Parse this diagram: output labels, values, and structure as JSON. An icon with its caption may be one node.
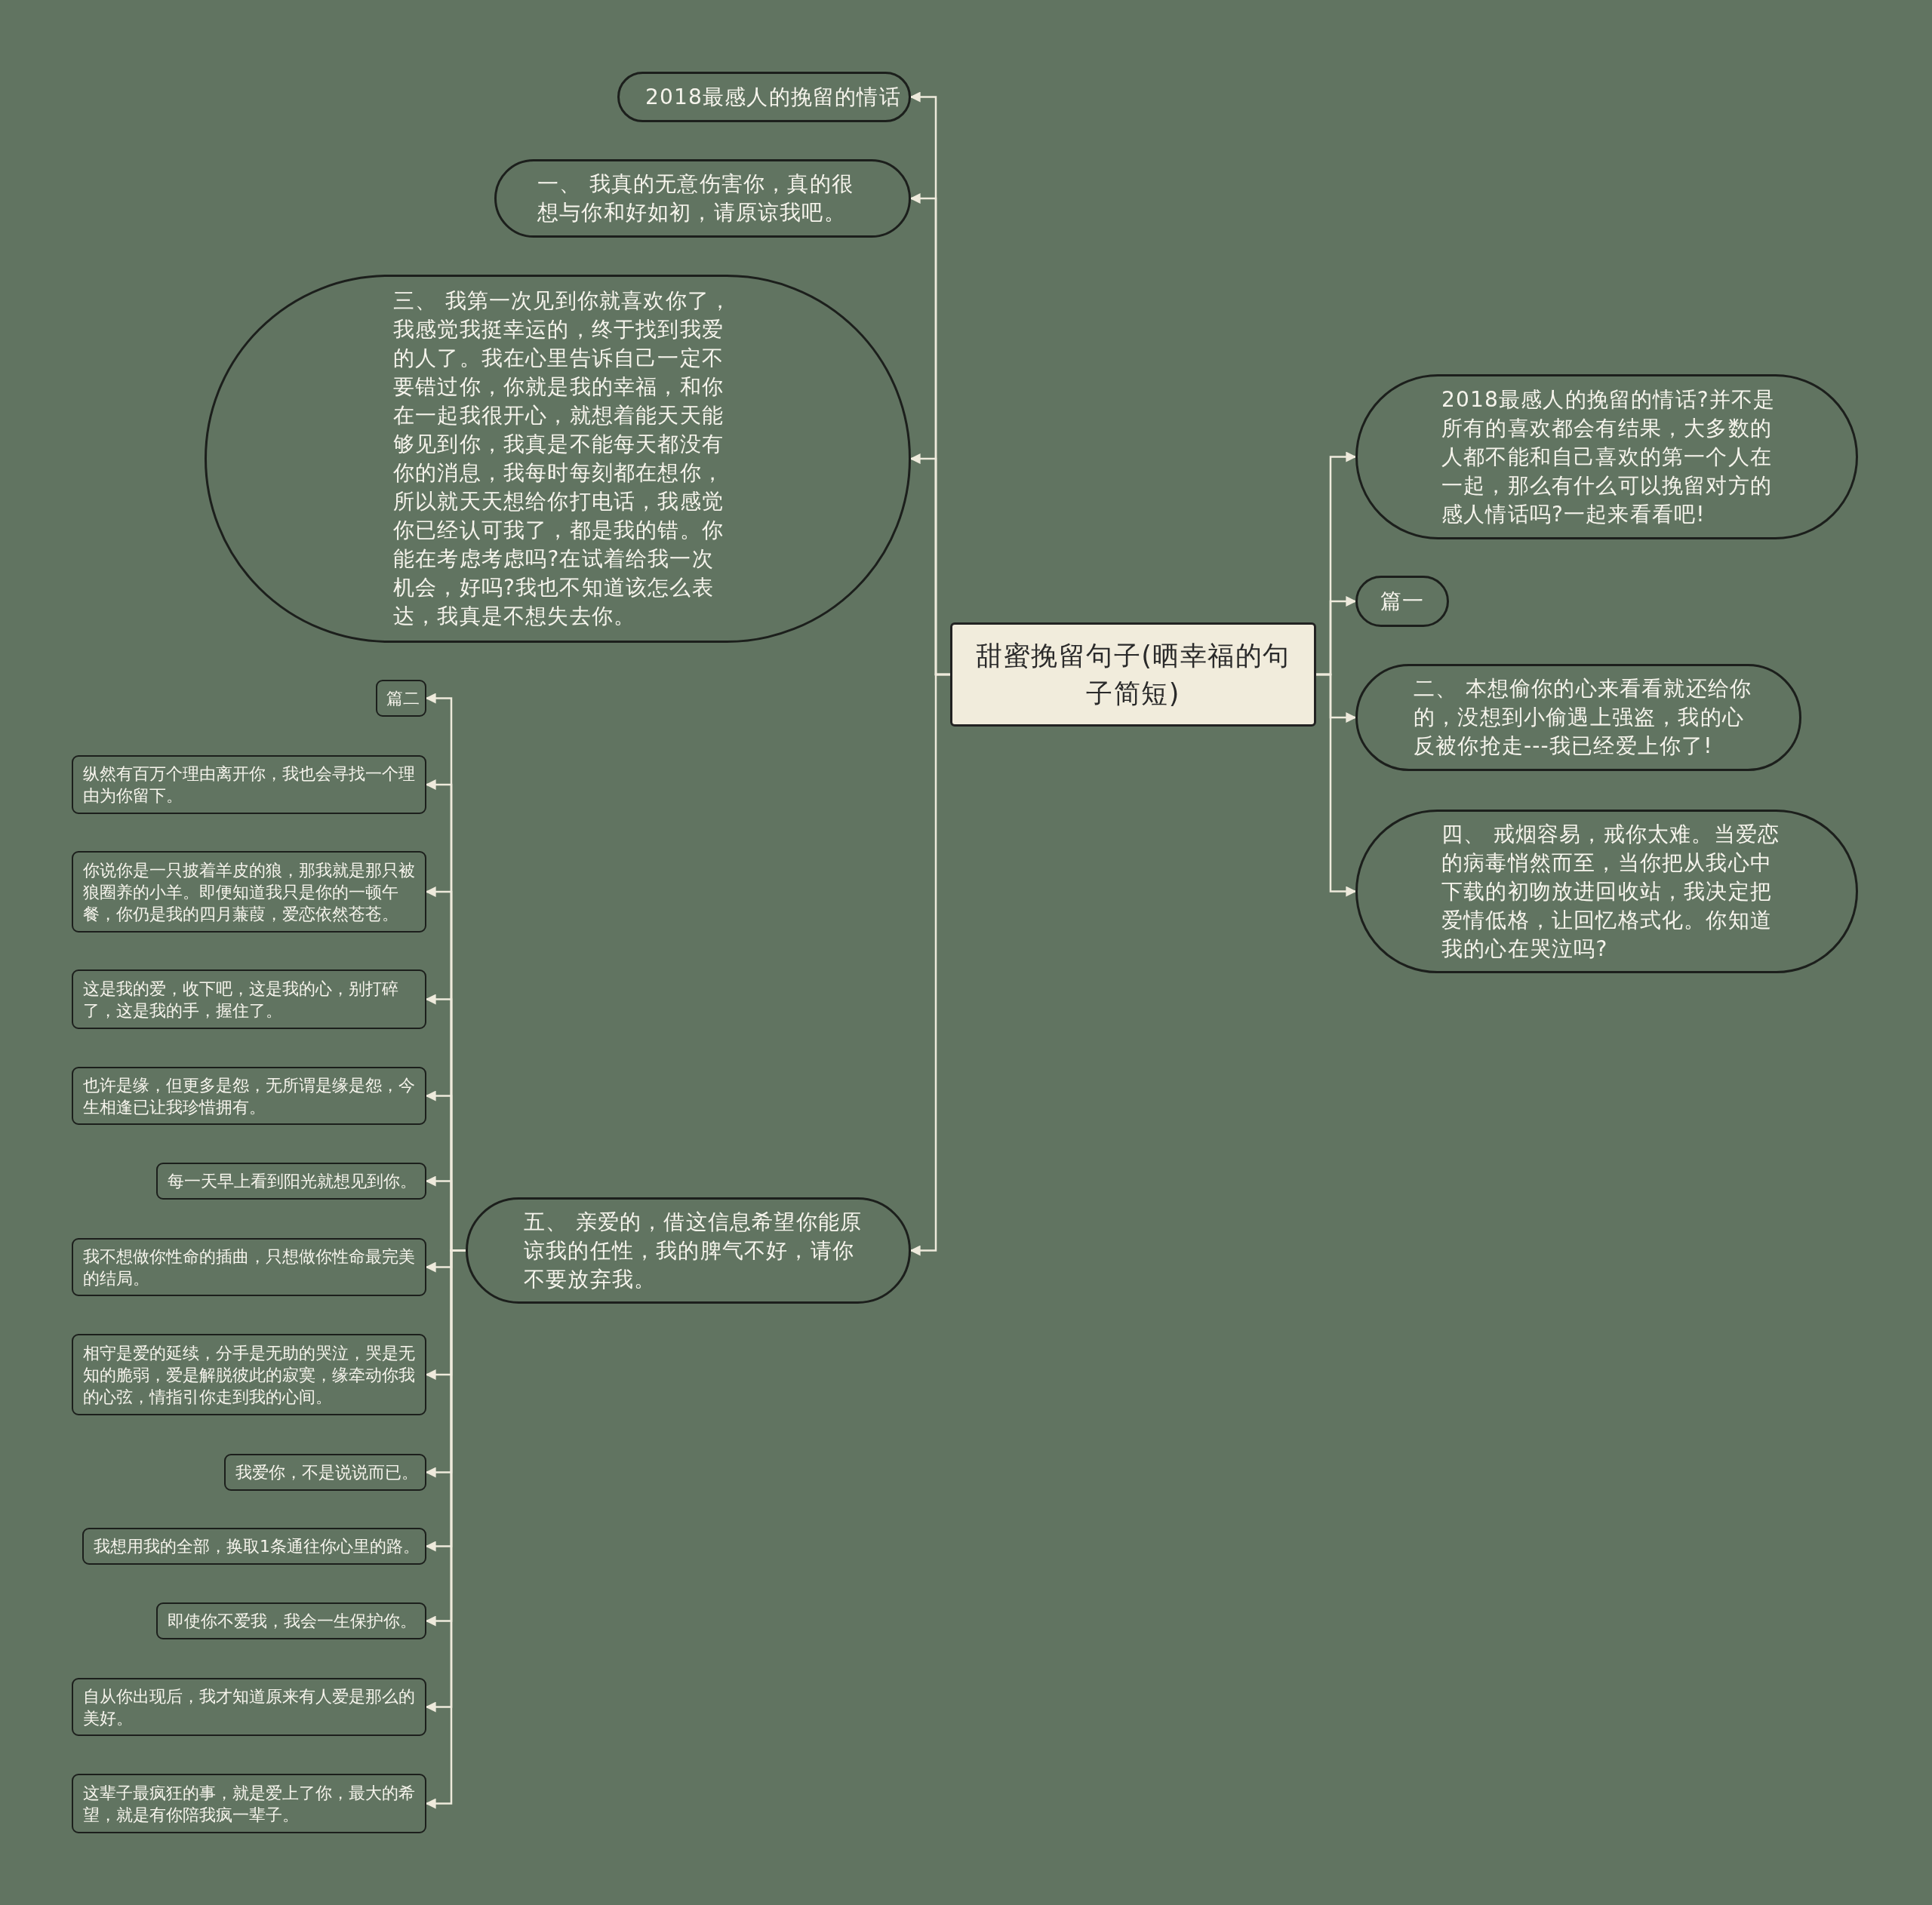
{
  "diagram": {
    "nodes": [
      {
        "text": [
          "甜蜜挽留句子(晒幸福的句子简短)"
        ]
      },
      {
        "text": [
          "2018最感人的挽留的情话"
        ]
      },
      {
        "text": [
          "一、 我真的无意伤害你，真的很想与你和好如初，请原谅我吧。"
        ]
      },
      {
        "text": [
          "三、 我第一次见到你就喜欢你了，我感觉我挺幸运的，终于找到我爱的人了。我在心里告诉自己一定不要错过你，你就是我的幸福，和你在一起我很开心，就想着能天天能够见到你，我真是不能每天都没有你的消息，我每时每刻都在想你，所以就天天想给你打电话，我感觉你已经认可我了，都是我的错。你能在考虑考虑吗?在试着给我一次机会，好吗?我也不知道该怎么表达，我真是不想失去你。"
        ]
      },
      {
        "text": [
          "五、 亲爱的，借这信息希望你能原谅我的任性，我的脾气不好，请你不要放弃我。"
        ]
      },
      {
        "text": [
          "篇二"
        ]
      },
      {
        "text": [
          "纵然有百万个理由离开你，我也会寻找一个理由为你留下。"
        ]
      },
      {
        "text": [
          "你说你是一只披着羊皮的狼，那我就是那只被狼圈养的小羊。即便知道我只是你的一顿午餐，你仍是我的四月蒹葭，爱恋依然苍苍。"
        ]
      },
      {
        "text": [
          "这是我的爱，收下吧，这是我的心，别打碎了，这是我的手，握住了。"
        ]
      },
      {
        "text": [
          "也许是缘，但更多是怨，无所谓是缘是怨，今生相逢已让我珍惜拥有。"
        ]
      },
      {
        "text": [
          "每一天早上看到阳光就想见到你。"
        ]
      },
      {
        "text": [
          "我不想做你性命的插曲，只想做你性命最完美的结局。"
        ]
      },
      {
        "text": [
          "相守是爱的延续，分手是无助的哭泣，哭是无知的脆弱，爱是解脱彼此的寂寞，缘牵动你我的心弦，情指引你走到我的心间。"
        ]
      },
      {
        "text": [
          "我爱你，不是说说而已。"
        ]
      },
      {
        "text": [
          "我想用我的全部，换取1条通往你心里的路。"
        ]
      },
      {
        "text": [
          "即使你不爱我，我会一生保护你。"
        ]
      },
      {
        "text": [
          "自从你出现后，我才知道原来有人爱是那么的美好。"
        ]
      },
      {
        "text": [
          "这辈子最疯狂的事，就是爱上了你，最大的希望，就是有你陪我疯一辈子。"
        ]
      },
      {
        "text": [
          "2018最感人的挽留的情话?并不是所有的喜欢都会有结果，大多数的人都不能和自己喜欢的第一个人在一起，那么有什么可以挽留对方的感人情话吗?一起来看看吧!"
        ]
      },
      {
        "text": [
          "篇一"
        ]
      },
      {
        "text": [
          "二、 本想偷你的心来看看就还给你的，没想到小偷遇上强盗，我的心反被你抢走---我已经爱上你了!"
        ]
      },
      {
        "text": [
          "四、 戒烟容易，戒你太难。当爱恋的病毒悄然而至，当你把从我心中下载的初吻放进回收站，我决定把爱情低格，让回忆格式化。你知道我的心在哭泣吗?"
        ]
      }
    ],
    "edges": [
      {
        "from": 0,
        "to": 1,
        "arrow": "to"
      },
      {
        "from": 0,
        "to": 2,
        "arrow": "to"
      },
      {
        "from": 0,
        "to": 3,
        "arrow": "to"
      },
      {
        "from": 0,
        "to": 4,
        "arrow": "to"
      },
      {
        "from": 4,
        "to": 5,
        "arrow": "to"
      },
      {
        "from": 4,
        "to": 6,
        "arrow": "to"
      },
      {
        "from": 4,
        "to": 7,
        "arrow": "to"
      },
      {
        "from": 4,
        "to": 8,
        "arrow": "to"
      },
      {
        "from": 4,
        "to": 9,
        "arrow": "to"
      },
      {
        "from": 4,
        "to": 10,
        "arrow": "to"
      },
      {
        "from": 4,
        "to": 11,
        "arrow": "to"
      },
      {
        "from": 4,
        "to": 12,
        "arrow": "to"
      },
      {
        "from": 4,
        "to": 13,
        "arrow": "to"
      },
      {
        "from": 4,
        "to": 14,
        "arrow": "to"
      },
      {
        "from": 4,
        "to": 15,
        "arrow": "to"
      },
      {
        "from": 4,
        "to": 16,
        "arrow": "to"
      },
      {
        "from": 4,
        "to": 17,
        "arrow": "to"
      },
      {
        "from": 0,
        "to": 18,
        "arrow": "to"
      },
      {
        "from": 0,
        "to": 19,
        "arrow": "to"
      },
      {
        "from": 0,
        "to": 20,
        "arrow": "to"
      },
      {
        "from": 0,
        "to": 21,
        "arrow": "to"
      }
    ]
  }
}
